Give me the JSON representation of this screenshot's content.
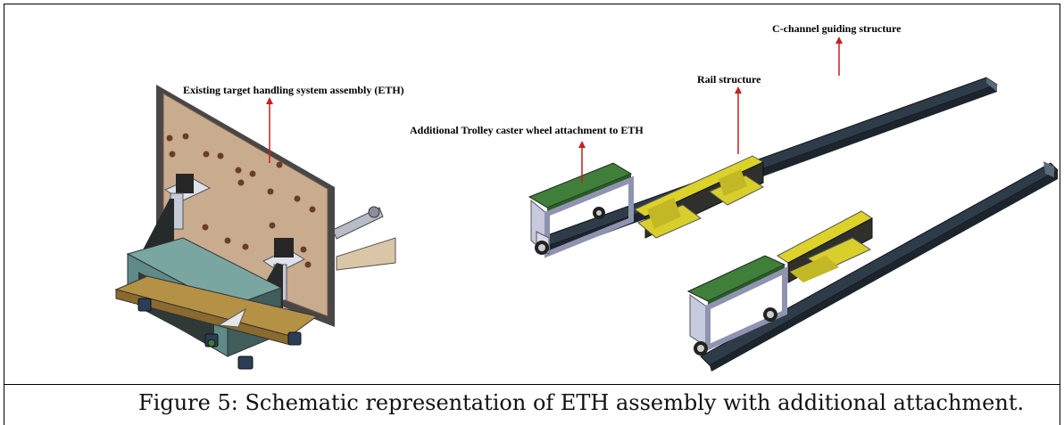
{
  "figure": {
    "labels": {
      "eth": "Existing target handling system assembly (ETH)",
      "trolley": "Additional Trolley caster wheel attachment to ETH",
      "rail": "Rail structure",
      "channel": "C-channel guiding structure"
    },
    "caption": "Figure 5: Schematic representation of ETH assembly with additional attachment."
  },
  "colors": {
    "plate": "#c9ab8e",
    "frame": "#4c4c4c",
    "base_teal": "#5e8a87",
    "base_dark": "#2f3a38",
    "trolley_top": "#3f7f3a",
    "trolley_frame": "#c7c9df",
    "rail_yellow": "#dcd22a",
    "rail_dark": "#2f302c",
    "channel": "#2e3b49",
    "arrow": "#c42020"
  }
}
